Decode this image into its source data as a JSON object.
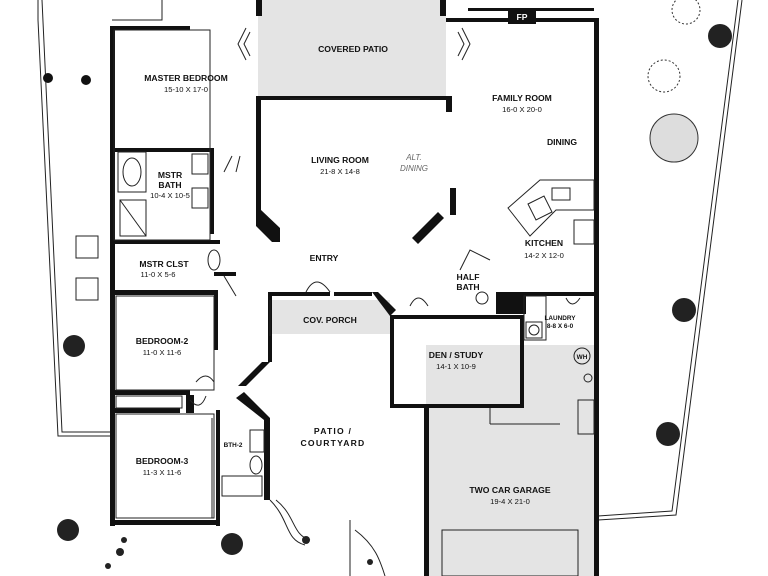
{
  "rooms": {
    "covered_patio": {
      "name": "COVERED PATIO"
    },
    "master_bedroom": {
      "name": "MASTER BEDROOM",
      "dims": "15-10 X 17-0"
    },
    "family_room": {
      "name": "FAMILY ROOM",
      "dims": "16-0 X 20-0"
    },
    "dining": {
      "name": "DINING"
    },
    "living_room": {
      "name": "LIVING ROOM",
      "dims": "21-8 X 14-8"
    },
    "alt_dining": {
      "line1": "ALT.",
      "line2": "DINING"
    },
    "mstr_bath": {
      "line1": "MSTR",
      "line2": "BATH",
      "dims": "10-4 X 10-5"
    },
    "mstr_clst": {
      "name": "MSTR CLST",
      "dims": "11-0 X 5-6"
    },
    "entry": {
      "name": "ENTRY"
    },
    "kitchen": {
      "name": "KITCHEN",
      "dims": "14-2 X 12-0"
    },
    "half_bath": {
      "line1": "HALF",
      "line2": "BATH"
    },
    "cov_porch": {
      "name": "COV. PORCH"
    },
    "laundry": {
      "name": "LAUNDRY",
      "dims": "8-8 X 6-0"
    },
    "bedroom_2": {
      "name": "BEDROOM-2",
      "dims": "11-0 X 11-6"
    },
    "den_study": {
      "name": "DEN / STUDY",
      "dims": "14-1 X 10-9"
    },
    "patio_courtyard": {
      "line1": "PATIO /",
      "line2": "COURTYARD"
    },
    "bth_2": {
      "name": "BTH-2"
    },
    "bedroom_3": {
      "name": "BEDROOM-3",
      "dims": "11-3 X 11-6"
    },
    "garage": {
      "name": "TWO CAR GARAGE",
      "dims": "19-4 X 21-0"
    }
  },
  "fixtures": {
    "fireplace": "FP",
    "water_heater": "WH"
  },
  "colors": {
    "wall": "#111111",
    "shaded_area": "#e4e4e4",
    "background": "#ffffff"
  }
}
